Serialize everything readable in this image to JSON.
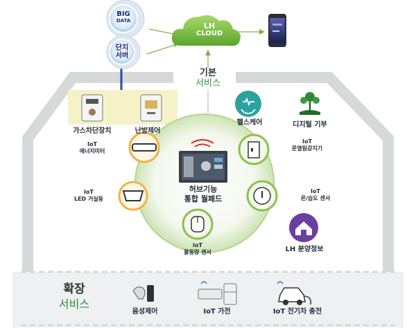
{
  "cloud": {
    "line1": "LH",
    "line2": "CLOUD"
  },
  "bigdata": {
    "line1": "BIG",
    "line2": "DATA"
  },
  "complex_server": {
    "line1": "단지",
    "line2": "서버"
  },
  "basic_service": {
    "line1": "기본",
    "line2": "서비스"
  },
  "extended_service": {
    "line1": "확장",
    "line2": "서비스"
  },
  "hub": {
    "line1": "허브기능",
    "line2": "통합 월패드"
  },
  "top_devices": [
    {
      "label": "가스차단장치"
    },
    {
      "label": "난방제어"
    }
  ],
  "services": {
    "healthcare": "헬스케어",
    "digital_donation": "디지털 기부",
    "sale_info": "LH 분양정보"
  },
  "ring": {
    "energy": {
      "line1": "IoT",
      "line2": "에너지미터"
    },
    "door": {
      "line1": "IoT",
      "line2": "문열림감지기"
    },
    "light": {
      "line1": "IoT",
      "line2": "LED 거실등"
    },
    "temp": {
      "line1": "IoT",
      "line2": "온/습도 센서"
    },
    "activity": {
      "line1": "IoT",
      "line2": "활동량 센서"
    }
  },
  "extended": [
    {
      "label": "음성제어"
    },
    {
      "label": "IoT 가전"
    },
    {
      "label": "IoT 전기차 충전"
    }
  ],
  "colors": {
    "accent_green": "#73b43a",
    "house_gray": "#d6d8da",
    "navy": "#1f2a6e",
    "label_green": "#2e8b3c",
    "yellow_box": "#f6f2c7"
  }
}
